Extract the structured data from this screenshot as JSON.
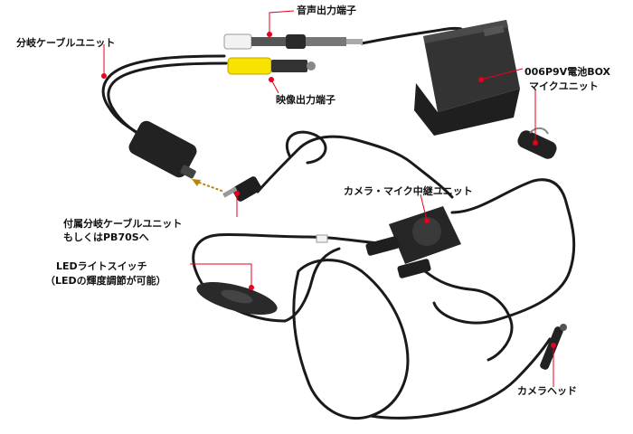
{
  "labels": {
    "audio_out": "音声出力端子",
    "split_cable": "分岐ケーブルユニット",
    "video_out": "映像出力端子",
    "battery_box": "006P9V電池BOX",
    "mic_unit": "マイクユニット",
    "camera_mic_relay": "カメラ・マイク中継ユニット",
    "included_split_line1": "付属分岐ケーブルユニット",
    "included_split_line2": "もしくはPB70Sへ",
    "led_switch_line1": "LEDライトスイッチ",
    "led_switch_line2": "（LEDの輝度調節が可能）",
    "camera_head": "カメラヘッド"
  },
  "colors": {
    "cable": "#1a1a1a",
    "callout": "#e8001c",
    "rca_yellow": "#f7e200",
    "rca_white": "#f2f2f2",
    "arrow": "#b8860b",
    "device_body": "#222222"
  }
}
